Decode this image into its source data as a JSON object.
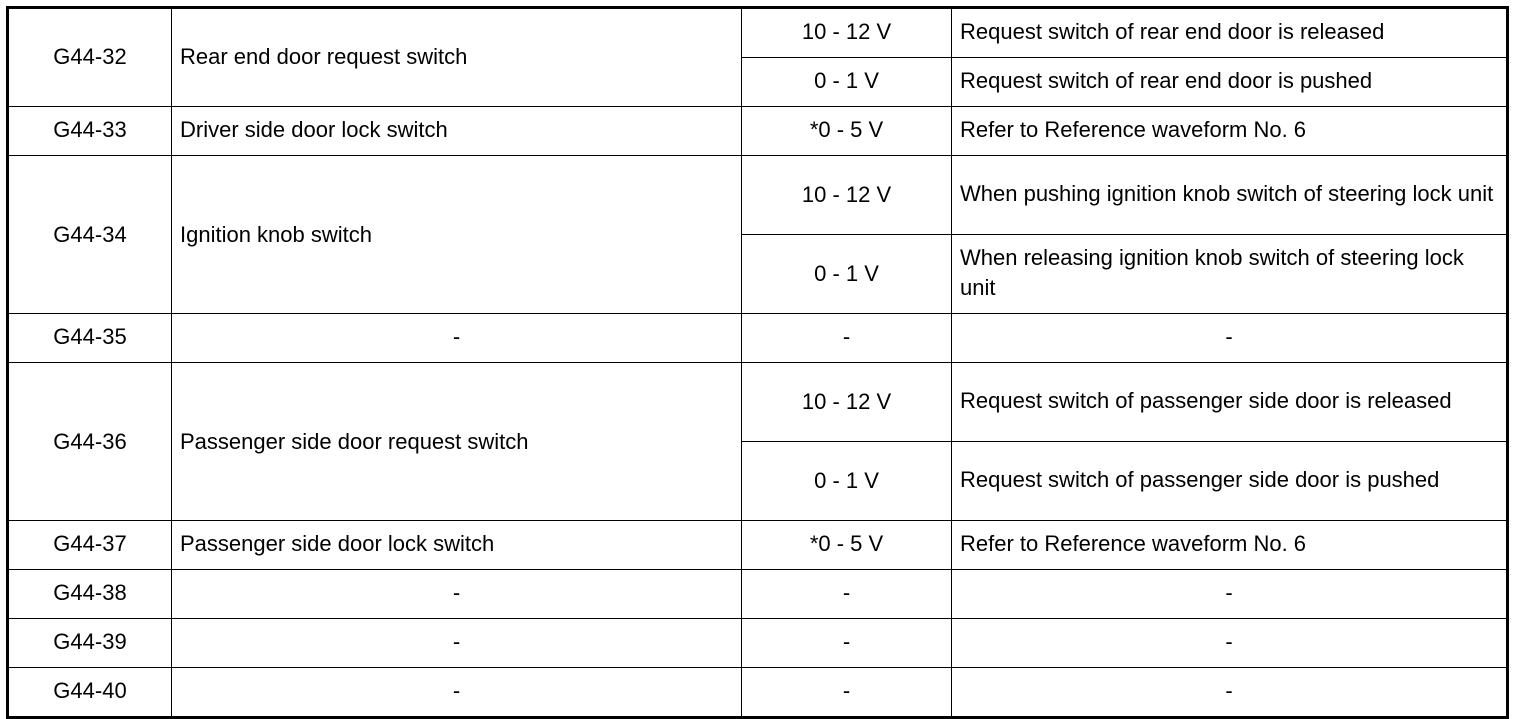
{
  "rows": [
    {
      "pin": "G44-32",
      "name": "Rear end door request switch",
      "v1": "10 - 12 V",
      "c1": "Request switch of rear end door is released",
      "v2": "0 - 1 V",
      "c2": "Request switch of rear end door is pushed"
    },
    {
      "pin": "G44-33",
      "name": "Driver side door lock switch",
      "v1": "*0 - 5 V",
      "c1": "Refer to Reference waveform No. 6"
    },
    {
      "pin": "G44-34",
      "name": "Ignition knob switch",
      "v1": "10 - 12 V",
      "c1": "When pushing ignition knob switch of steering lock unit",
      "v2": "0 - 1 V",
      "c2": "When releasing ignition knob switch of steering lock unit"
    },
    {
      "pin": "G44-35",
      "name": "-",
      "v1": "-",
      "c1": "-"
    },
    {
      "pin": "G44-36",
      "name": "Passenger side door request switch",
      "v1": "10 - 12 V",
      "c1": "Request switch of passenger side door is released",
      "v2": "0 - 1 V",
      "c2": "Request switch of passenger side door is pushed"
    },
    {
      "pin": "G44-37",
      "name": "Passenger side door lock switch",
      "v1": "*0 - 5 V",
      "c1": "Refer to Reference waveform No. 6"
    },
    {
      "pin": "G44-38",
      "name": "-",
      "v1": "-",
      "c1": "-"
    },
    {
      "pin": "G44-39",
      "name": "-",
      "v1": "-",
      "c1": "-"
    },
    {
      "pin": "G44-40",
      "name": "-",
      "v1": "-",
      "c1": "-"
    }
  ]
}
